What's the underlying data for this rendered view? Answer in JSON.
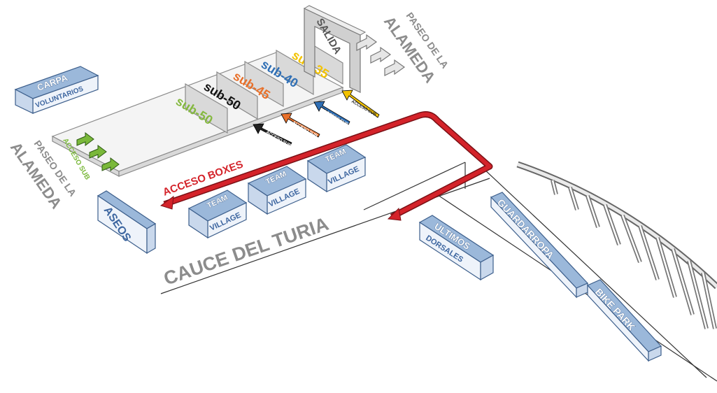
{
  "boxes": {
    "carpa": [
      "CARPA",
      "VOLUNTARIOS"
    ],
    "aseos": "ASEOS",
    "team1": [
      "TEAM",
      "VILLAGE"
    ],
    "team2": [
      "TEAM",
      "VILLAGE"
    ],
    "team3": [
      "TEAM",
      "VILLAGE"
    ],
    "ultimos": [
      "ULTIMOS",
      "DORSALES"
    ],
    "guardarropa": "GUARDARROPA",
    "bikepark": "BIKE PARK"
  },
  "salida": "SALIDA",
  "paseo_top": [
    "PASEO DE LA",
    "ALAMEDA"
  ],
  "paseo_left": [
    "PASEO DE LA",
    "ALAMEDA"
  ],
  "acceso_sub": "ACCESO SUB",
  "acceso_boxes": "ACCESO BOXES",
  "cauce": "CAUCE DEL TURIA",
  "subs": [
    {
      "label": "sub-50",
      "color": "#84b83f"
    },
    {
      "label": "sub-50",
      "color": "#111111"
    },
    {
      "label": "sub-45",
      "color": "#e8702a"
    },
    {
      "label": "sub-40",
      "color": "#2f6fb5"
    },
    {
      "label": "sub-35",
      "color": "#f2c200"
    }
  ],
  "accesos": [
    {
      "label": "ACCESO SUB",
      "color": "#222222"
    },
    {
      "label": "ACCESO SUB",
      "color": "#e8702a"
    },
    {
      "label": "ACCESO SUB",
      "color": "#2f6fb5"
    },
    {
      "label": "ACCESO SUB",
      "color": "#f2c200"
    }
  ],
  "colors": {
    "red": "#d4232a",
    "green": "#7ab83a",
    "box_blue": "#9bb8da",
    "gray": "#8c8c8c"
  }
}
